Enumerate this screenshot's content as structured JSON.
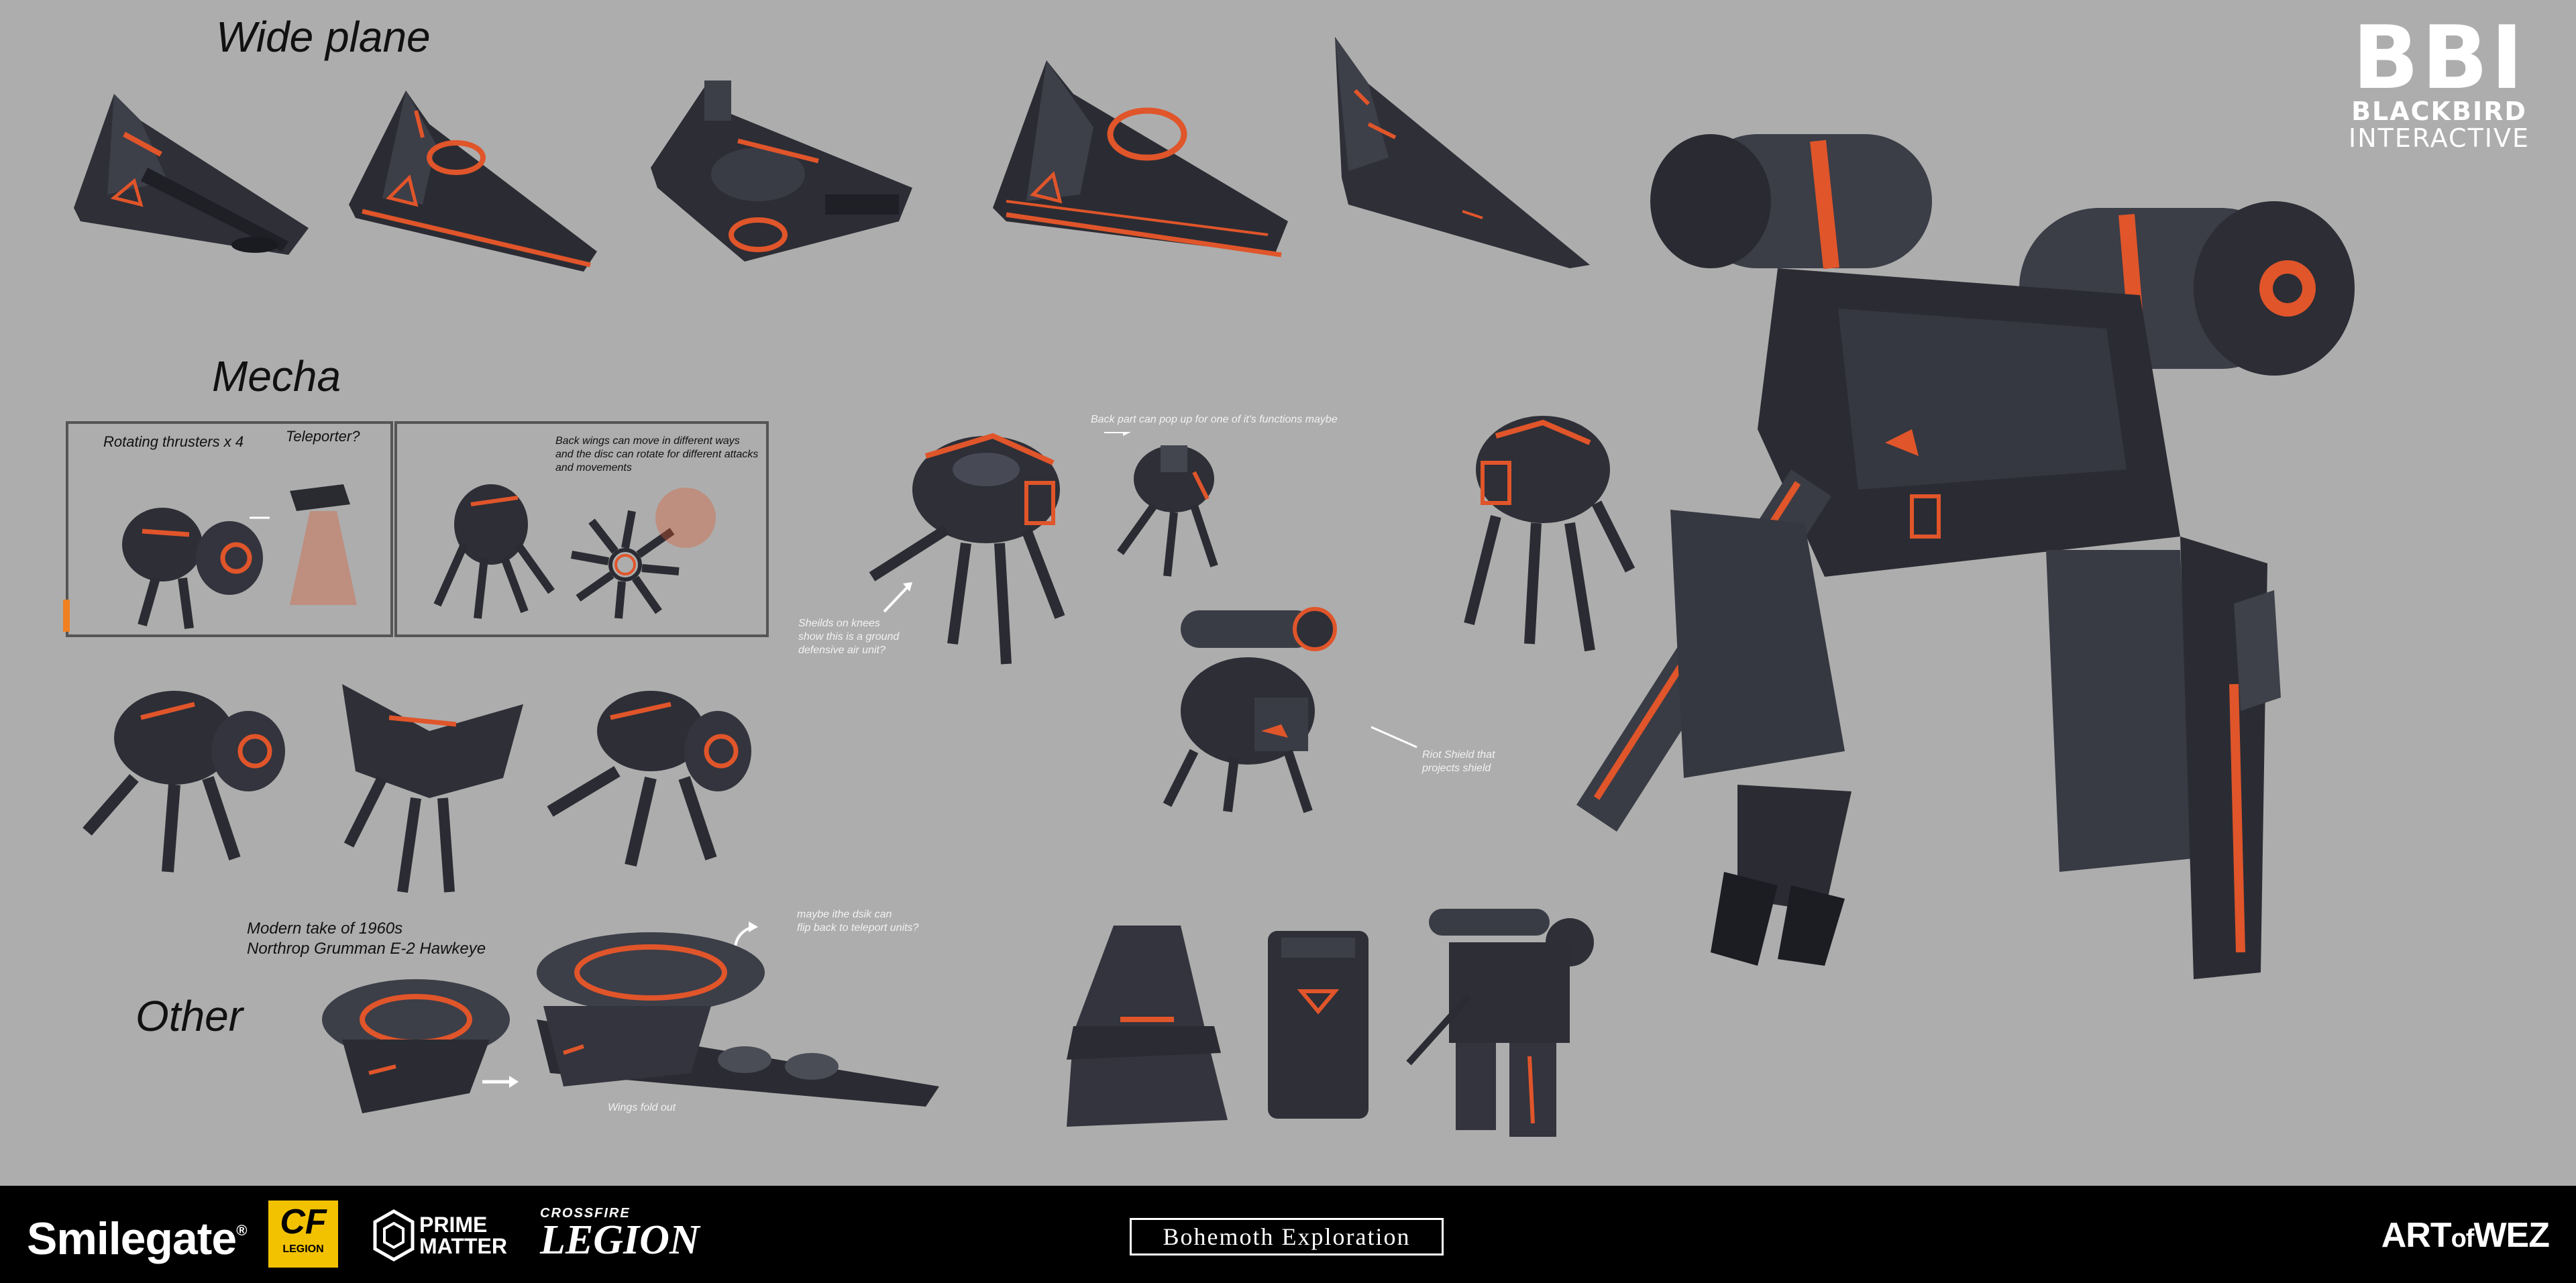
{
  "sections": {
    "wide_plane": "Wide plane",
    "mecha": "Mecha",
    "other": "Other"
  },
  "notes": {
    "rotating_thrusters": "Rotating thrusters x 4",
    "teleporter": "Teleporter?",
    "back_wings": "Back wings can move in  different ways\nand the disc can rotate for different attacks\nand movements",
    "back_part": "Back part can pop up for one of it's functions maybe",
    "shields_on_knees": "Sheilds on knees\nshow this is a ground\ndefensive air unit?",
    "riot_shield": "Riot Shield that\nprojects shield",
    "modern_take": "Modern take of 1960s\nNorthrop Grumman E-2 Hawkeye",
    "maybe_disk": "maybe ithe dsik can\n flip back to teleport units?",
    "wings_fold_out": "Wings fold out"
  },
  "studio_logo": {
    "mark": "BBI",
    "line1": "BLACKBIRD",
    "line2": "INTERACTIVE"
  },
  "footer": {
    "smilegate": "Smilegate",
    "smilegate_reg": "®",
    "cf_badge_mark": "CF",
    "cf_badge_text": "LEGION",
    "prime_matter": "PRIME\nMATTER",
    "crossfire": "CROSSFIRE",
    "legion": "LEGION",
    "title": "Bohemoth Exploration",
    "artofwez_a": "ART",
    "artofwez_b": "of",
    "artofwez_c": "WEZ"
  },
  "colors": {
    "background": "#adadad",
    "hull": "#3a3c45",
    "hull_dark": "#24252b",
    "accent": "#e0552a",
    "footer": "#000000"
  }
}
